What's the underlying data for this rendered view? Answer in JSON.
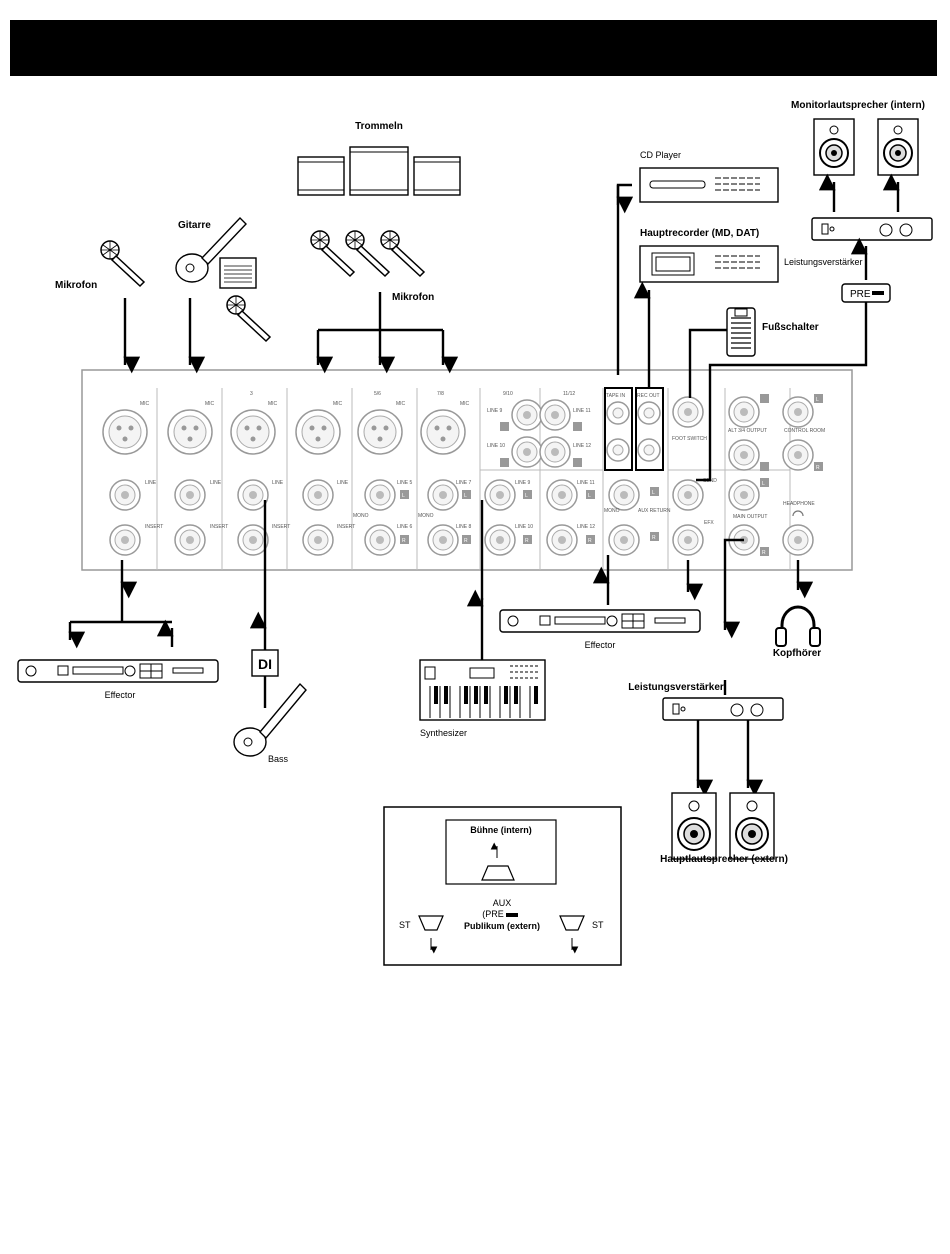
{
  "header": {
    "title": ""
  },
  "labels": {
    "drums": "Trommeln",
    "guitar": "Gitarre",
    "mic_left": "Mikrofon",
    "mic_drums": "Mikrofon",
    "cd_player": "CD Player",
    "main_recorder": "Hauptrecorder (MD, DAT)",
    "monitor_speakers": "Monitorlautsprecher (intern)",
    "power_amp_top": "Leistungsverstärker",
    "pre_badge": "PRE",
    "foot_switch": "Fußschalter",
    "effector_left": "Effector",
    "effector_center": "Effector",
    "di_box": "DI",
    "bass": "Bass",
    "synthesizer": "Synthesizer",
    "headphones": "Kopfhörer",
    "power_amp_bottom": "Leistungsverstärker",
    "main_speakers": "Hauptlautsprecher (extern)"
  },
  "panel": {
    "ch_mic": "MIC",
    "ch_line": "LINE",
    "ch_insert": "INSERT",
    "ch_3": "3",
    "ch_56": "5/6",
    "ch_78": "7/8",
    "ch_910": "9/10",
    "ch_1112": "11/12",
    "line5": "LINE 5",
    "line6": "LINE 6",
    "line7": "LINE 7",
    "line8": "LINE 8",
    "line9": "LINE 9",
    "line10": "LINE 10",
    "line11": "LINE 11",
    "line12": "LINE 12",
    "mono": "MONO",
    "tape_in": "TAPE IN",
    "rec_out": "REC OUT",
    "foot_sw": "FOOT SWITCH",
    "aux_return": "AUX RETURN",
    "alt_out": "ALT 3/4 OUTPUT",
    "control_room": "CONTROL ROOM",
    "main_output": "MAIN OUTPUT",
    "headphone": "HEADPHONE",
    "send": "SEND",
    "efx": "EFX",
    "l": "L",
    "r": "R"
  },
  "inset": {
    "stage": "Bühne (intern)",
    "aux": "AUX",
    "pre": "(PRE",
    "audience": "Publikum (extern)",
    "st_left": "ST",
    "st_right": "ST"
  }
}
